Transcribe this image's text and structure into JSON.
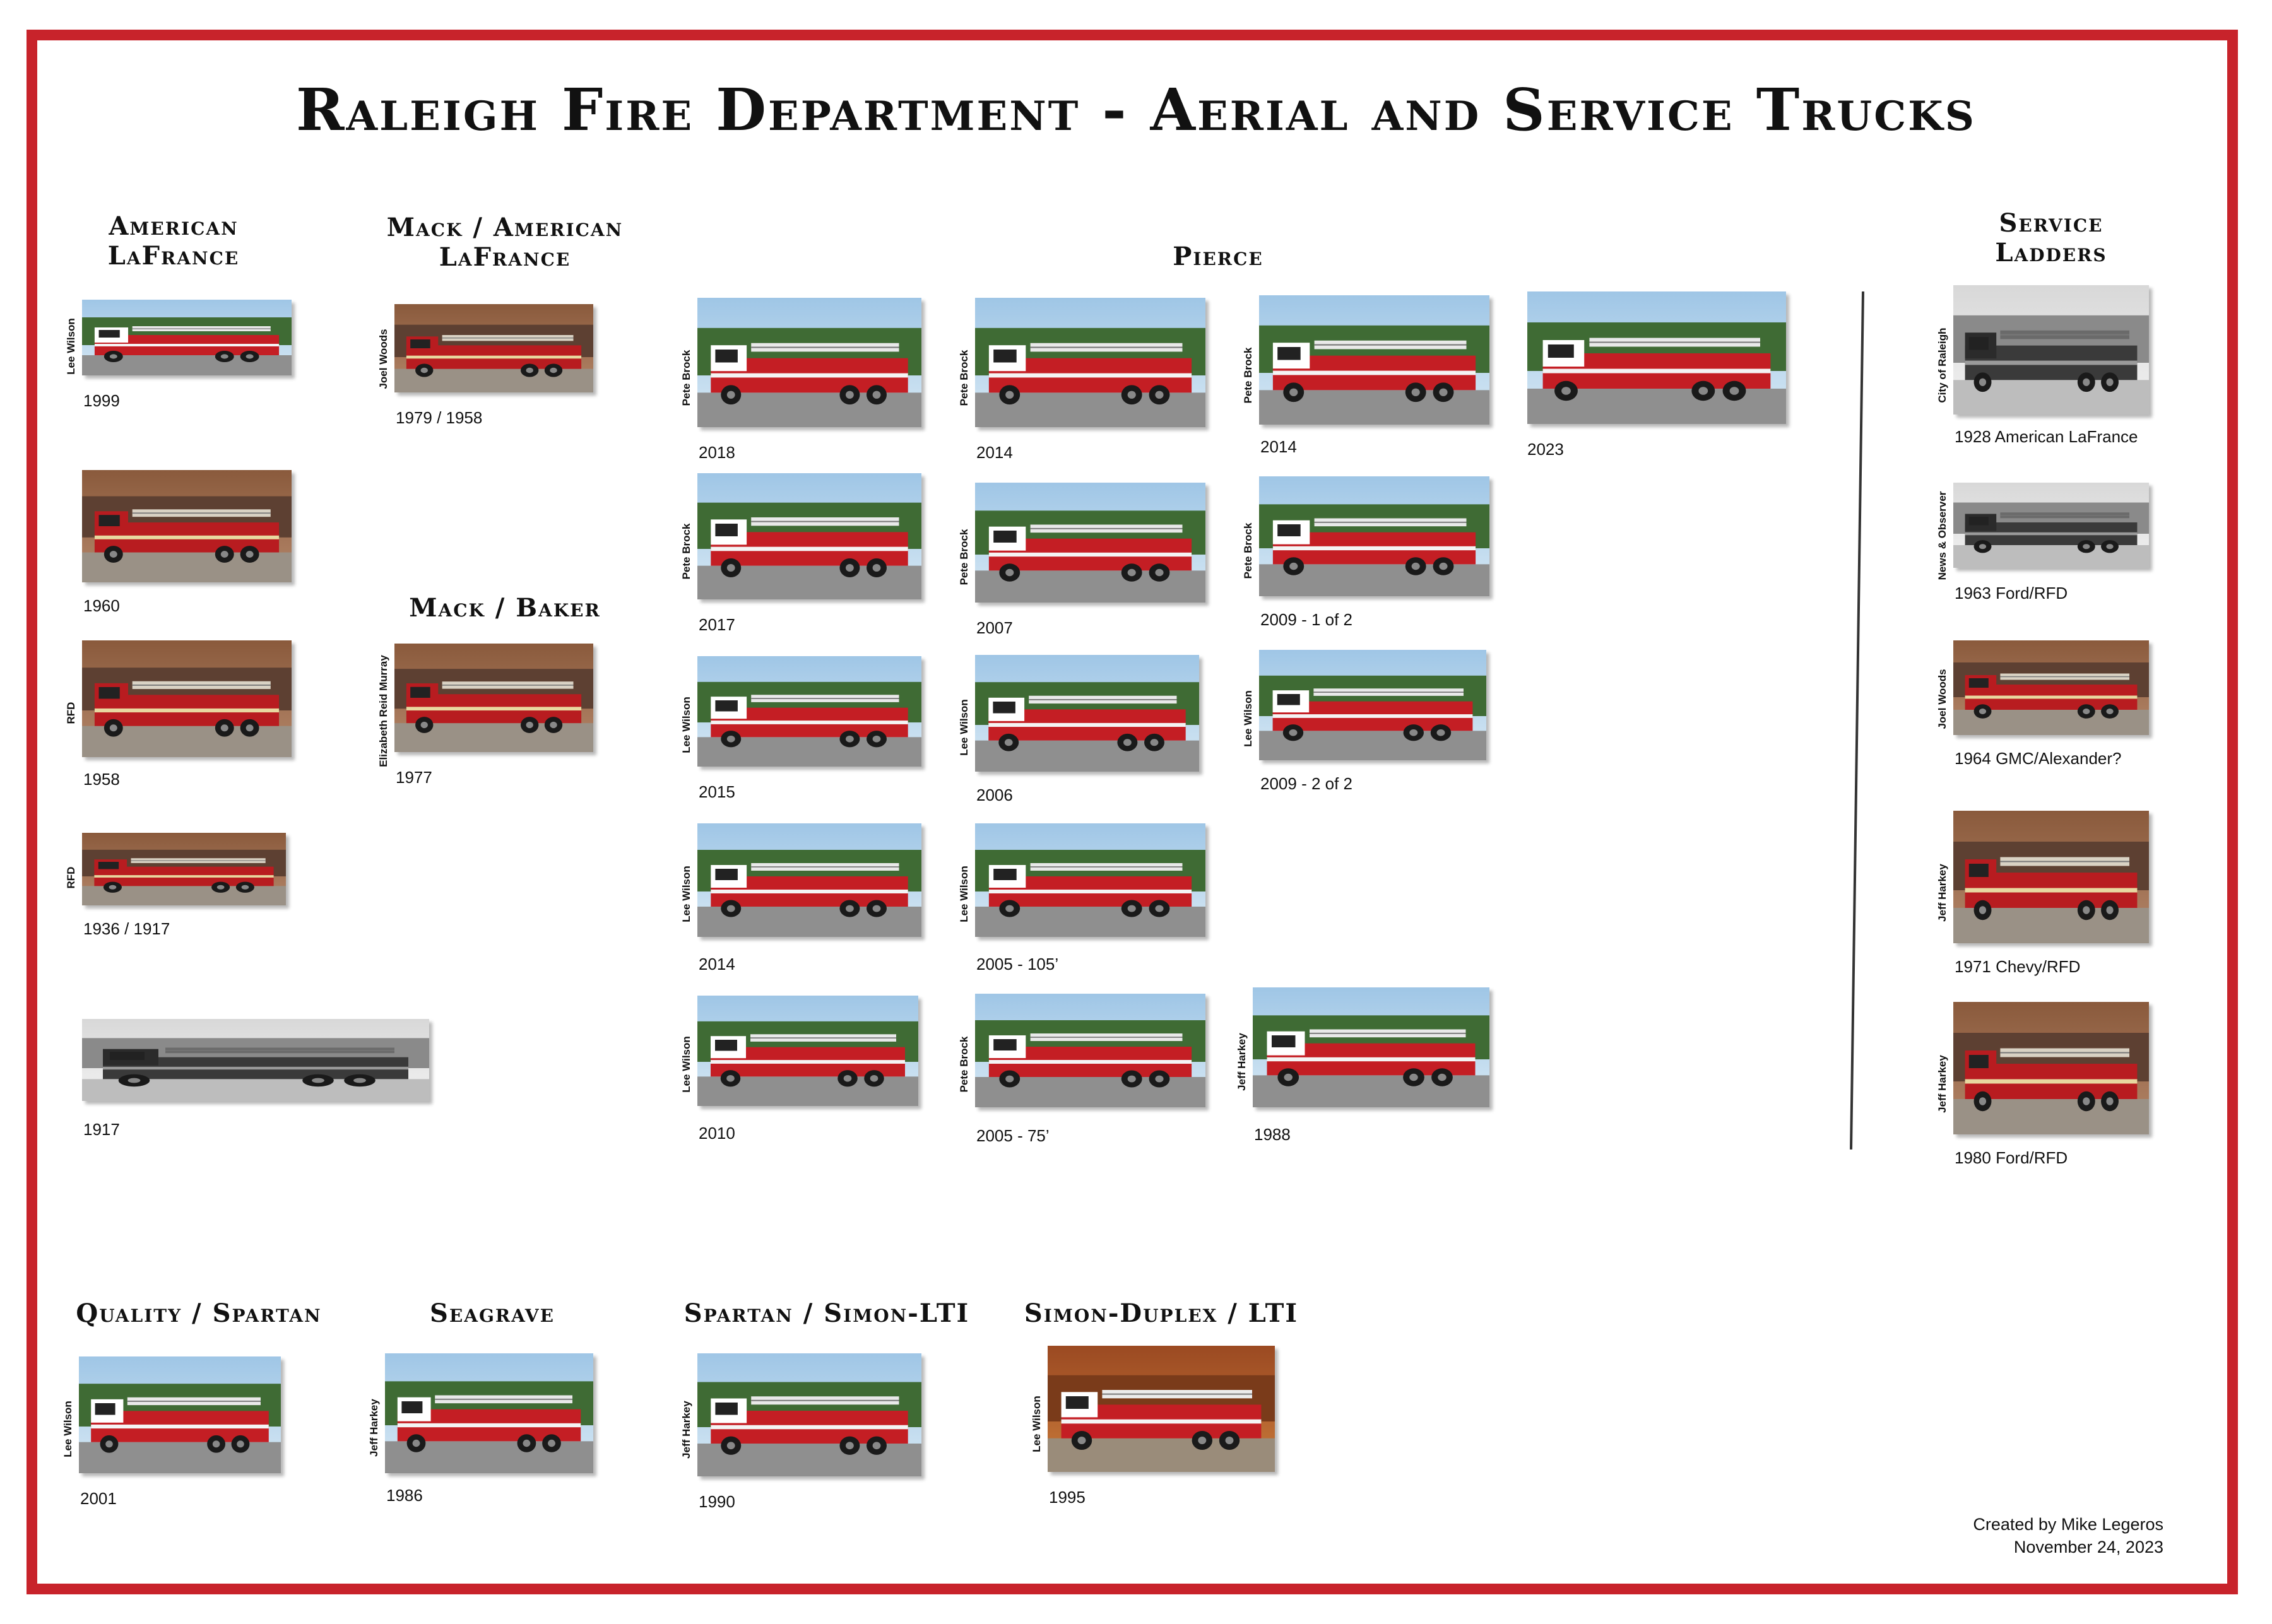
{
  "title": "Raleigh Fire Department - Aerial and Service Trucks",
  "colors": {
    "border": "#c8232b",
    "truck_red": "#c41e24"
  },
  "sections": {
    "american_lafrance": "American LaFrance",
    "mack_alf": "Mack / American LaFrance",
    "mack_baker": "Mack / Baker",
    "pierce": "Pierce",
    "service_ladders": "Service Ladders",
    "quality_spartan": "Quality / Spartan",
    "seagrave": "Seagrave",
    "spartan_simon": "Spartan / Simon-LTI",
    "simon_duplex": "Simon-Duplex / LTI"
  },
  "photos": [
    {
      "caption": "1999",
      "credit": "Lee Wilson",
      "style": "modern"
    },
    {
      "caption": "1960",
      "credit": "",
      "style": "classic"
    },
    {
      "caption": "1958",
      "credit": "RFD",
      "style": "classic"
    },
    {
      "caption": "1936 / 1917",
      "credit": "RFD",
      "style": "classic"
    },
    {
      "caption": "1917",
      "credit": "",
      "style": "bw"
    },
    {
      "caption": "1979 / 1958",
      "credit": "Joel Woods",
      "style": "classic"
    },
    {
      "caption": "1977",
      "credit": "Elizabeth Reid Murray",
      "style": "classic"
    },
    {
      "caption": "2018",
      "credit": "Pete Brock",
      "style": "modern"
    },
    {
      "caption": "2014",
      "credit": "Pete Brock",
      "style": "modern"
    },
    {
      "caption": "2014",
      "credit": "Pete Brock",
      "style": "modern"
    },
    {
      "caption": "2023",
      "credit": "",
      "style": "modern"
    },
    {
      "caption": "2017",
      "credit": "Pete Brock",
      "style": "modern"
    },
    {
      "caption": "2007",
      "credit": "Pete Brock",
      "style": "modern"
    },
    {
      "caption": "2009 - 1 of 2",
      "credit": "Pete Brock",
      "style": "modern"
    },
    {
      "caption": "2015",
      "credit": "Lee Wilson",
      "style": "modern"
    },
    {
      "caption": "2006",
      "credit": "Lee Wilson",
      "style": "modern"
    },
    {
      "caption": "2009 - 2 of 2",
      "credit": "Lee Wilson",
      "style": "modern"
    },
    {
      "caption": "2014",
      "credit": "Lee Wilson",
      "style": "modern"
    },
    {
      "caption": "2005 - 105’",
      "credit": "Lee Wilson",
      "style": "modern"
    },
    {
      "caption": "2010",
      "credit": "Lee Wilson",
      "style": "modern"
    },
    {
      "caption": "2005 - 75’",
      "credit": "Pete Brock",
      "style": "modern"
    },
    {
      "caption": "1988",
      "credit": "Jeff Harkey",
      "style": "modern"
    },
    {
      "caption": "1928 American LaFrance",
      "credit": "City of Raleigh",
      "style": "bw"
    },
    {
      "caption": "1963 Ford/RFD",
      "credit": "News & Observer",
      "style": "bw"
    },
    {
      "caption": "1964 GMC/Alexander?",
      "credit": "Joel Woods",
      "style": "classic"
    },
    {
      "caption": "1971 Chevy/RFD",
      "credit": "Jeff Harkey",
      "style": "classic"
    },
    {
      "caption": "1980 Ford/RFD",
      "credit": "Jeff Harkey",
      "style": "classic"
    },
    {
      "caption": "2001",
      "credit": "Lee Wilson",
      "style": "modern"
    },
    {
      "caption": "1986",
      "credit": "Jeff Harkey",
      "style": "modern"
    },
    {
      "caption": "1990",
      "credit": "Jeff Harkey",
      "style": "modern"
    },
    {
      "caption": "1995",
      "credit": "Lee Wilson",
      "style": "autumn"
    }
  ],
  "footer": {
    "line1": "Created by Mike Legeros",
    "line2": "November 24, 2023"
  }
}
